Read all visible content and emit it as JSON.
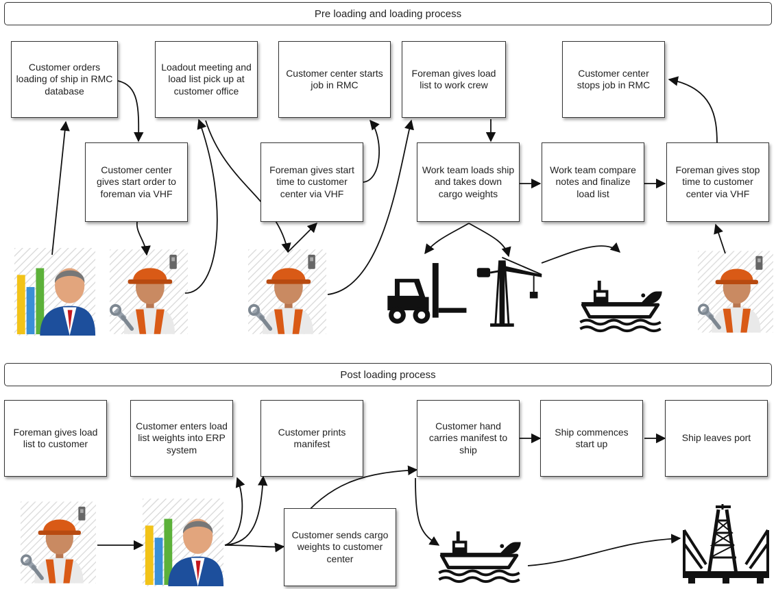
{
  "sections": {
    "pre_loading": "Pre loading and loading process",
    "post_loading": "Post loading process"
  },
  "pre_boxes": {
    "customer_orders": "Customer orders loading of ship in RMC database",
    "loadout_meeting": "Loadout meeting and load list pick up at customer office",
    "cc_starts_job": "Customer center starts job in RMC",
    "foreman_gives_load_list_crew": "Foreman gives load list to work crew",
    "cc_stops_job": "Customer center stops job in RMC",
    "cc_gives_start_order": "Customer center gives start order  to foreman via VHF",
    "foreman_gives_start_time": "Foreman gives start time to customer center via VHF",
    "work_team_loads": "Work team loads ship and takes down cargo weights",
    "work_team_compare": "Work team compare notes and finalize load list",
    "foreman_gives_stop_time": "Foreman gives stop time to customer center via VHF"
  },
  "post_boxes": {
    "foreman_gives_load_list_customer": "Foreman gives load list to customer",
    "customer_enters_weights": "Customer enters load list weights into ERP system",
    "customer_prints_manifest": "Customer prints manifest",
    "customer_hand_carries": "Customer hand carries manifest to ship",
    "ship_commences": "Ship commences start up",
    "ship_leaves": "Ship leaves port",
    "customer_sends_weights": "Customer sends cargo weights to customer center"
  },
  "icons": {
    "customer": "businessman-chart-icon",
    "foreman": "worker-radio-wrench-icon",
    "forklift": "forklift-icon",
    "crane": "crane-icon",
    "ship": "ship-icon",
    "oil_rig": "oil-rig-icon"
  },
  "colors": {
    "border": "#333333",
    "worker_helmet": "#d95a16",
    "worker_skin": "#c98a62",
    "suit_blue": "#1d4f9c",
    "tie_red": "#c4161c",
    "chart_green": "#5cb13a",
    "chart_blue": "#3a8fd6",
    "chart_yellow": "#f2c318"
  }
}
